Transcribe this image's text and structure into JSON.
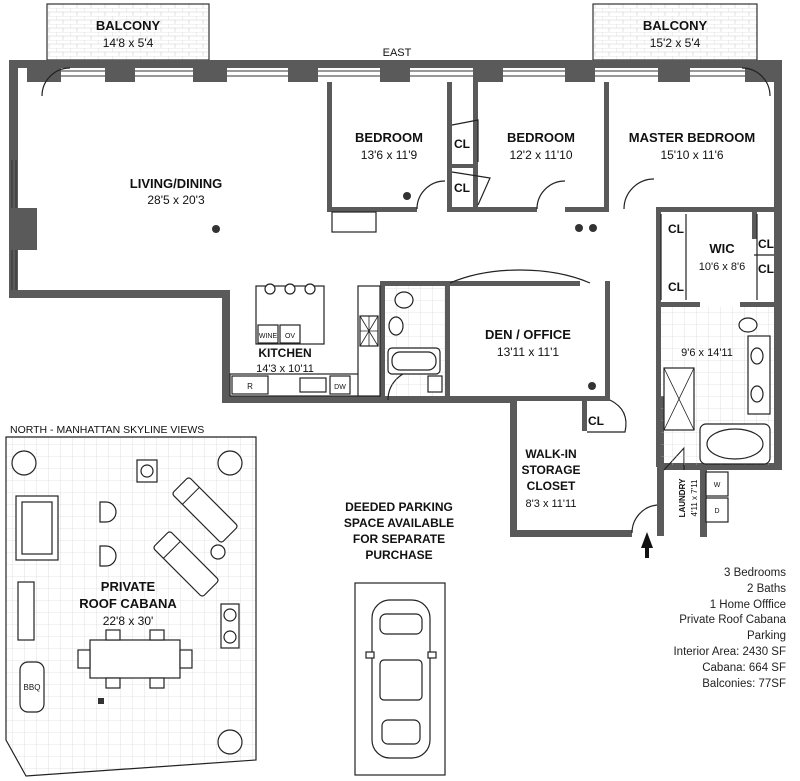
{
  "compass": {
    "east": "EAST",
    "north": "NORTH - MANHATTAN SKYLINE VIEWS"
  },
  "rooms": {
    "balcony_left": {
      "name": "BALCONY",
      "size": "14'8 x 5'4"
    },
    "balcony_right": {
      "name": "BALCONY",
      "size": "15'2 x 5'4"
    },
    "living": {
      "name": "LIVING/DINING",
      "size": "28'5 x 20'3"
    },
    "bedroom1": {
      "name": "BEDROOM",
      "size": "13'6 x 11'9"
    },
    "bedroom2": {
      "name": "BEDROOM",
      "size": "12'2 x 11'10"
    },
    "master": {
      "name": "MASTER BEDROOM",
      "size": "15'10 x 11'6"
    },
    "wic": {
      "name": "WIC",
      "size": "10'6 x 8'6"
    },
    "kitchen": {
      "name": "KITCHEN",
      "size": "14'3 x 10'11"
    },
    "den": {
      "name": "DEN / OFFICE",
      "size": "13'11 x 11'1"
    },
    "master_bath": {
      "size": "9'6 x 14'11"
    },
    "storage": {
      "name_lines": [
        "WALK-IN",
        "STORAGE",
        "CLOSET"
      ],
      "size": "8'3 x 11'11"
    },
    "laundry": {
      "name": "LAUNDRY",
      "size": "4'11 x 7'11"
    },
    "cabana": {
      "name_lines": [
        "PRIVATE",
        "ROOF CABANA"
      ],
      "size": "22'8 x 30'"
    }
  },
  "closet_label": "CL",
  "appliances": {
    "wine": "WINE",
    "oven": "OV",
    "refrigerator": "R",
    "dishwasher": "DW",
    "washer": "W",
    "dryer": "D",
    "bbq": "BBQ"
  },
  "parking_note": [
    "DEEDED PARKING",
    "SPACE AVAILABLE",
    "FOR SEPARATE",
    "PURCHASE"
  ],
  "summary": [
    "3 Bedrooms",
    "2 Baths",
    "1 Home Offfice",
    "Private Roof Cabana",
    "Parking",
    "Interior Area: 2430 SF",
    "Cabana: 664 SF",
    "Balconies: 77SF"
  ]
}
